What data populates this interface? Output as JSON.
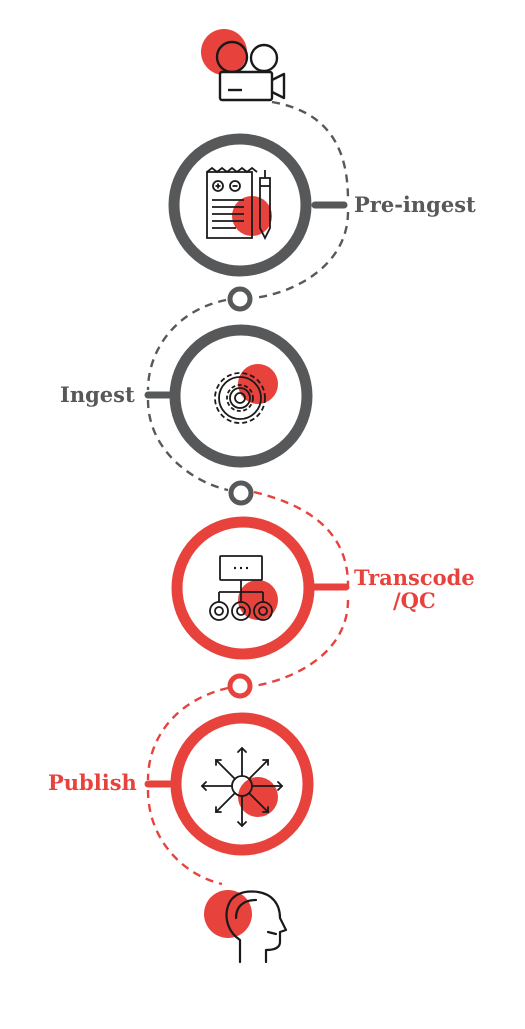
{
  "colors": {
    "gray": "#56585a",
    "red": "#e8423c",
    "ink": "#1a1a1a",
    "white": "#ffffff"
  },
  "steps": [
    {
      "label": "Pre-ingest",
      "icon": "document-pencil-icon",
      "color": "gray"
    },
    {
      "label": "Ingest",
      "icon": "gears-icon",
      "color": "gray"
    },
    {
      "label": "Transcode\n/QC",
      "icon": "network-tree-icon",
      "color": "red"
    },
    {
      "label": "Publish",
      "icon": "distribution-arrows-icon",
      "color": "red"
    }
  ],
  "start_icon": "video-camera-icon",
  "end_icon": "viewer-head-icon"
}
